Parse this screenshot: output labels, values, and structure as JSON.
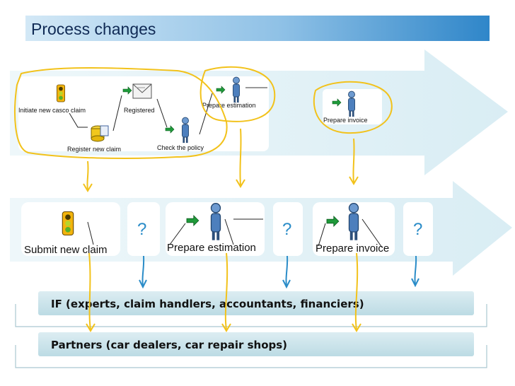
{
  "slide": {
    "title": "Process changes"
  },
  "upper_process": {
    "initiate": "Initiate new casco claim",
    "registered": "Registered",
    "register_new": "Register new claim",
    "check_policy": "Check the policy",
    "prepare_estimation": "Prepare estimation",
    "prepare_invoice": "Prepare invoice"
  },
  "lower_process": {
    "submit": "Submit new claim",
    "prepare_estimation": "Prepare estimation",
    "prepare_invoice": "Prepare invoice",
    "unknown_marks": [
      "?",
      "?",
      "?"
    ]
  },
  "bars": {
    "if_bar": "IF (experts, claim handlers, accountants, financiers)",
    "partners_bar": "Partners (car dealers, car repair shops)"
  },
  "colors": {
    "arrow_fill": "#e4f2f7",
    "bar_fill": "#cfe6ec",
    "highlight": "#f2c21b",
    "blue_marker": "#2a8cc8"
  }
}
